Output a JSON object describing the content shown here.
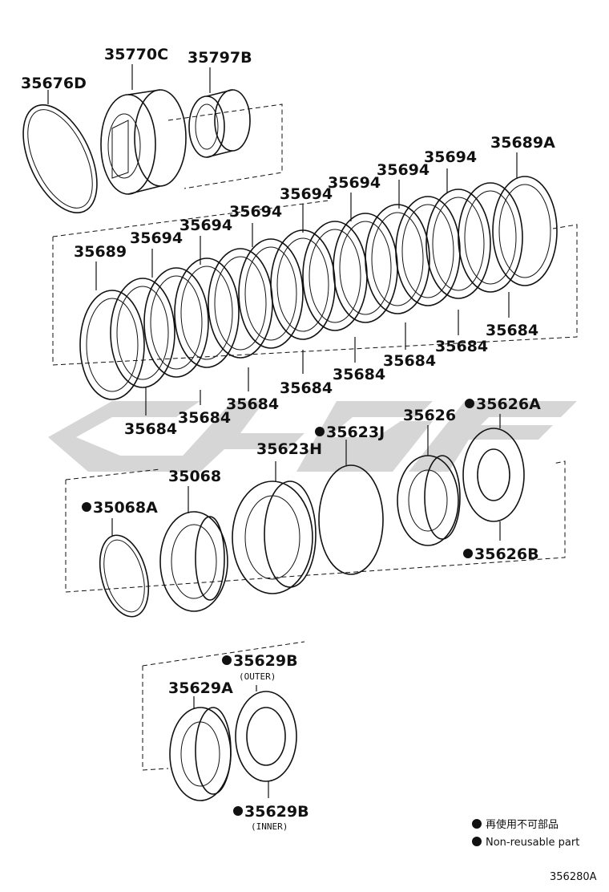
{
  "labels": {
    "l35676D": "35676D",
    "l35770C": "35770C",
    "l35797B": "35797B",
    "l35689A": "35689A",
    "l35689": "35689",
    "l35694_1": "35694",
    "l35694_2": "35694",
    "l35694_3": "35694",
    "l35694_4": "35694",
    "l35694_5": "35694",
    "l35694_6": "35694",
    "l35694_7": "35694",
    "l35684_1": "35684",
    "l35684_2": "35684",
    "l35684_3": "35684",
    "l35684_4": "35684",
    "l35684_5": "35684",
    "l35684_6": "35684",
    "l35684_7": "35684",
    "l35684_8": "35684",
    "l35623J": "35623J",
    "l35626": "35626",
    "l35626A": "35626A",
    "l35623H": "35623H",
    "l35068": "35068",
    "l35068A": "35068A",
    "l35626B": "35626B",
    "l35629B_top": "35629B",
    "l35629B_top_sub": "(OUTER)",
    "l35629A": "35629A",
    "l35629B_bot": "35629B",
    "l35629B_bot_sub": "(INNER)"
  },
  "legend": {
    "jp": "再使用不可部品",
    "en": "Non-reusable part"
  },
  "diagram_code": "356280A",
  "colors": {
    "ink": "#111111",
    "watermark": "#d4d4d4"
  }
}
